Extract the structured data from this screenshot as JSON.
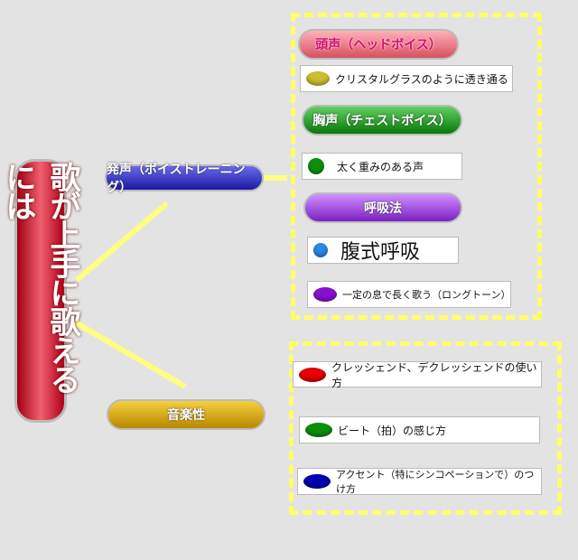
{
  "root": {
    "label": "歌が上手に歌えるには"
  },
  "branches": [
    {
      "label": "発声（ボイストレーニング）",
      "color": "#2a2ab0"
    },
    {
      "label": "音楽性",
      "color": "#d4a000"
    }
  ],
  "voice": {
    "head": {
      "label": "頭声（ヘッドボイス）",
      "color": "#e8707a",
      "item": "クリスタルグラスのように透き通る",
      "dot": "#c8c030"
    },
    "chest": {
      "label": "胸声（チェストボイス）",
      "color": "#1a9a1a",
      "item": "太く重みのある声",
      "dot": "#0a900a"
    },
    "breath": {
      "label": "呼吸法",
      "color": "#9a40d8",
      "items": [
        {
          "text": "腹式呼吸",
          "dot": "#2a8ae8"
        },
        {
          "text": "一定の息で長く歌う（ロングトーン）",
          "dot": "#8a10d0"
        }
      ]
    }
  },
  "music": {
    "items": [
      {
        "text": "クレッシェンド、デクレッシェンドの使い方",
        "dot": "#e80000"
      },
      {
        "text": "ビート（拍）の感じ方",
        "dot": "#0a900a"
      },
      {
        "text": "アクセント（特にシンコペーションで）のつけ方",
        "dot": "#0000b0"
      }
    ]
  }
}
